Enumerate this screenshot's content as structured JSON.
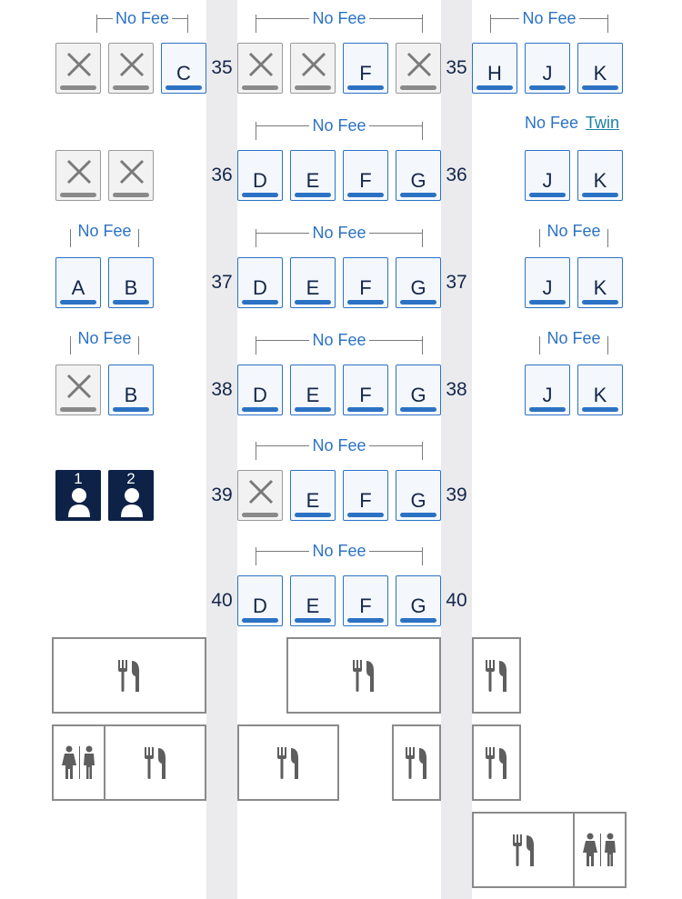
{
  "fee_label": "No Fee",
  "twin_label": "Twin",
  "passengers": [
    "1",
    "2"
  ],
  "rows": {
    "r35": "35",
    "r36": "36",
    "r37": "37",
    "r38": "38",
    "r39": "39",
    "r40": "40"
  },
  "seat_letters": {
    "A": "A",
    "B": "B",
    "C": "C",
    "D": "D",
    "E": "E",
    "F": "F",
    "G": "G",
    "H": "H",
    "J": "J",
    "K": "K"
  },
  "seat_status": {
    "row35": {
      "A": "occupied",
      "B": "occupied",
      "C": "available",
      "D": "occupied",
      "E": "occupied",
      "F": "available",
      "G": "occupied",
      "H": "available",
      "J": "available",
      "K": "available"
    },
    "row36": {
      "A": "occupied",
      "B": "occupied",
      "D": "available",
      "E": "available",
      "F": "available",
      "G": "available",
      "J": "available",
      "K": "available"
    },
    "row37": {
      "A": "available",
      "B": "available",
      "D": "available",
      "E": "available",
      "F": "available",
      "G": "available",
      "J": "available",
      "K": "available"
    },
    "row38": {
      "A": "occupied",
      "B": "available",
      "D": "available",
      "E": "available",
      "F": "available",
      "G": "available",
      "J": "available",
      "K": "available"
    },
    "row39": {
      "A": "passenger-1",
      "B": "passenger-2",
      "D": "occupied",
      "E": "available",
      "F": "available",
      "G": "available"
    },
    "row40": {
      "D": "available",
      "E": "available",
      "F": "available",
      "G": "available"
    }
  },
  "icons": {
    "occupied": "x-mark-icon",
    "passenger": "person-icon",
    "galley": "fork-knife-icon",
    "lavatory": "restroom-icon"
  },
  "colors": {
    "available": "#2c72c4",
    "occupied": "#8a8a8a",
    "passenger": "#0e2247",
    "aisle": "#ebebee"
  }
}
